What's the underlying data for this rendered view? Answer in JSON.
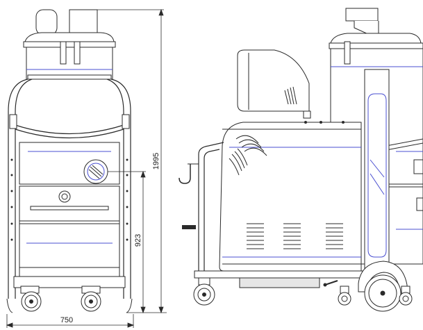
{
  "dimensions": {
    "overall_height": "1995",
    "outlet_height": "923",
    "overall_width": "750"
  },
  "colors": {
    "line": "#2a2a2a",
    "accent": "#4a4fd1",
    "fill": "#ffffff",
    "shade": "#e6e6e6"
  }
}
